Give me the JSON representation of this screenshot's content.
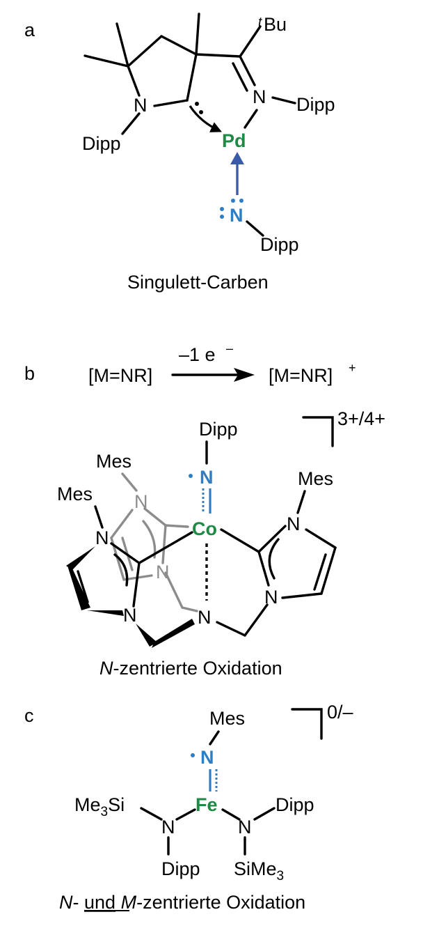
{
  "panels": {
    "a": {
      "letter": "a",
      "superscript_t": "t",
      "tBu": "Bu",
      "dipp_n_right": "Dipp",
      "dipp_n_left": "Dipp",
      "dipp_bottom": "Dipp",
      "metal": "Pd",
      "n_atom": "N",
      "n_ring": "N",
      "n_imine": "N",
      "caption": "Singulett-Carben",
      "metal_color": "#1f8a45",
      "ligand_color": "#2f7ec4",
      "arrow_color": "#3b5aa8"
    },
    "b": {
      "letter": "b",
      "reactant": "[M=NR]",
      "reagent": "–1 e",
      "reagent_sup": "–",
      "product": "[M=NR]",
      "product_sup": "+",
      "charge": "3+/4+",
      "dipp": "Dipp",
      "mes_top": "Mes",
      "mes_left": "Mes",
      "mes_right": "Mes",
      "metal": "Co",
      "n_imido": "N",
      "n_amine": "N",
      "n_grey_top": "N",
      "n_grey_bottom": "N",
      "n_left_top": "N",
      "n_left_bottom": "N",
      "n_right_top": "N",
      "n_right_bottom": "N",
      "caption_italic": "N",
      "caption_rest": "-zentrierte Oxidation"
    },
    "c": {
      "letter": "c",
      "charge": "0/–",
      "mes": "Mes",
      "n_imido": "N",
      "metal": "Fe",
      "me3si_left_a": "Me",
      "me3si_left_sub": "3",
      "me3si_left_b": "Si",
      "n_left": "N",
      "n_right": "N",
      "dipp_right": "Dipp",
      "dipp_bottom": "Dipp",
      "sime3_a": "SiMe",
      "sime3_sub": "3",
      "caption_n": "N",
      "caption_dash": "- ",
      "caption_und": "und",
      "caption_m": "M",
      "caption_rest": "-zentrierte Oxidation"
    }
  }
}
